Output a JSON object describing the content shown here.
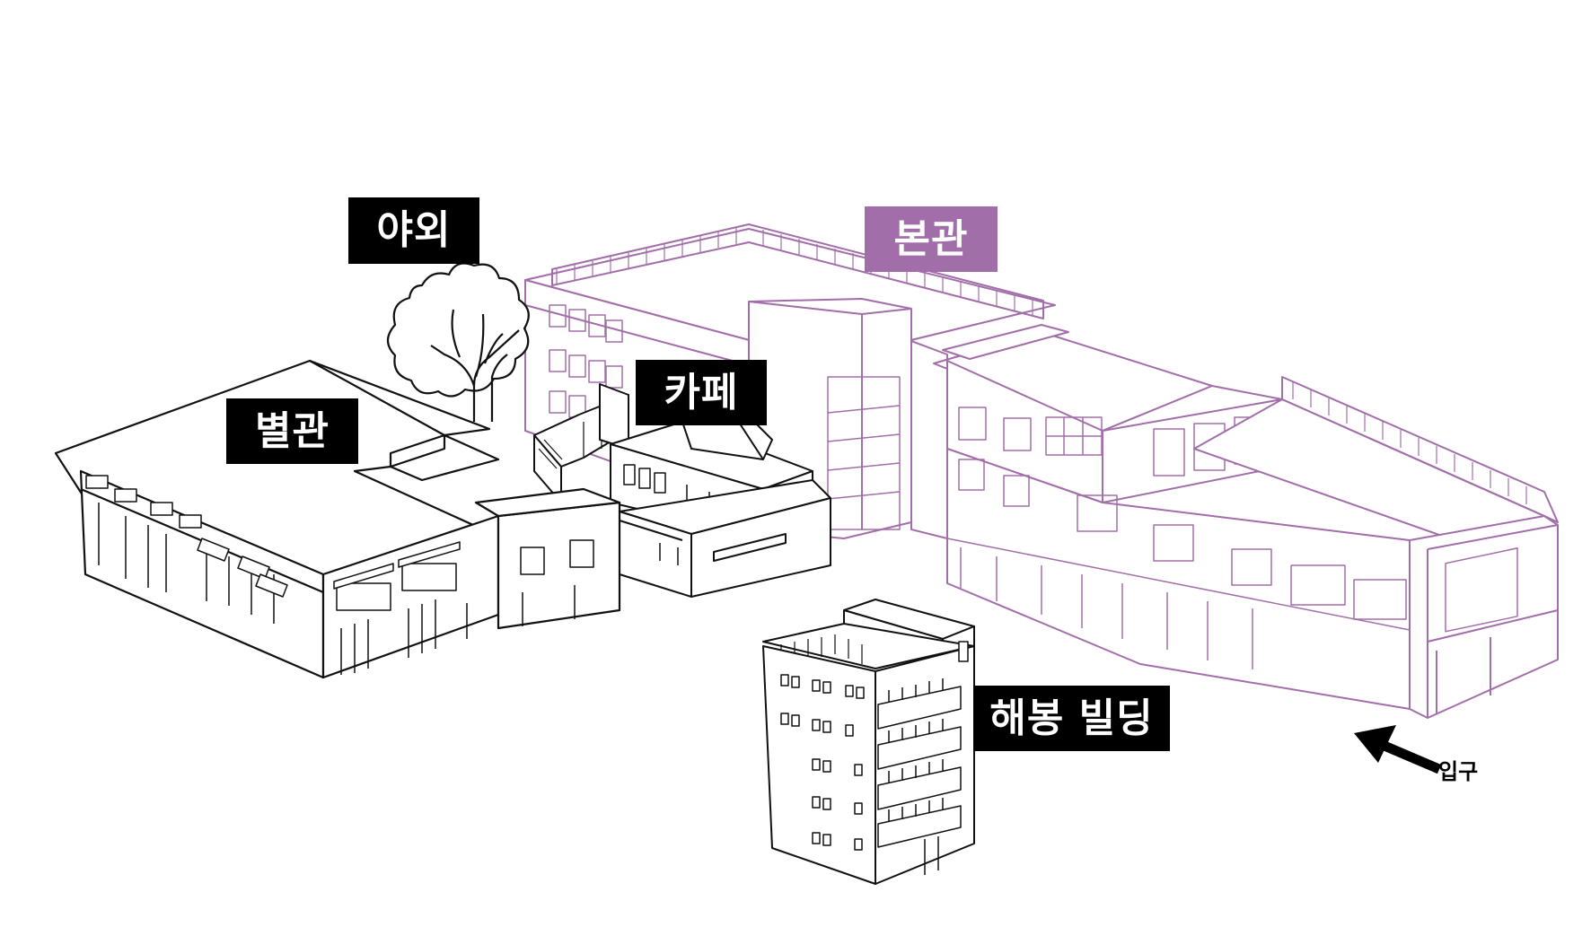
{
  "labels": {
    "outdoor": "야외",
    "main_building": "본관",
    "cafe": "카페",
    "annex": "별관",
    "haebong_building": "해봉 빌딩",
    "entrance": "입구"
  },
  "colors": {
    "line": "#111111",
    "main_building": "#a26ea9",
    "label_bg_dark": "#000000",
    "label_bg_main": "#a26ea9",
    "label_text": "#ffffff"
  },
  "icons": {
    "tree": "tree-icon",
    "entrance_arrow": "arrow-icon"
  }
}
